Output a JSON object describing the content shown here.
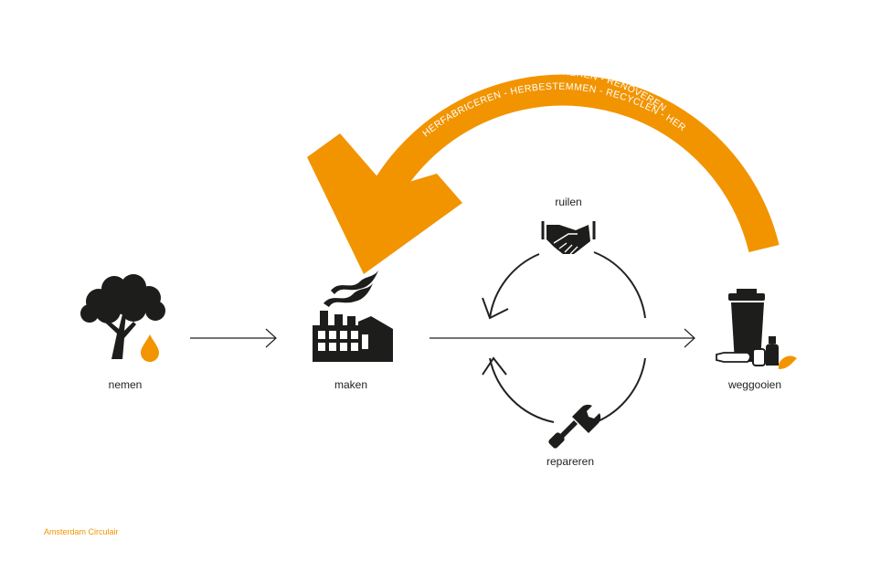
{
  "colors": {
    "accent": "#f29400",
    "ink": "#1d1d1b",
    "line": "#222222",
    "background": "#ffffff"
  },
  "labels": {
    "take": "nemen",
    "make": "maken",
    "dispose": "weggooien",
    "exchange": "ruilen",
    "repair": "repareren"
  },
  "arc": {
    "line1": "HERGEBRUIKEN - REPAREREN - RENOVEREN",
    "line2": "HERFABRICEREN - HERBESTEMMEN - RECYCLEN - HERWINNEN"
  },
  "footer": {
    "brand": "Amsterdam Circulair"
  },
  "icons": {
    "take": [
      "tree-icon",
      "oil-drop-icon"
    ],
    "make": "factory-icon",
    "exchange": "handshake-icon",
    "repair": "wrench-icon",
    "dispose": [
      "waste-bin-icon",
      "bottle-icon",
      "can-icon",
      "plastic-bottle-icon",
      "leaf-icon"
    ]
  }
}
